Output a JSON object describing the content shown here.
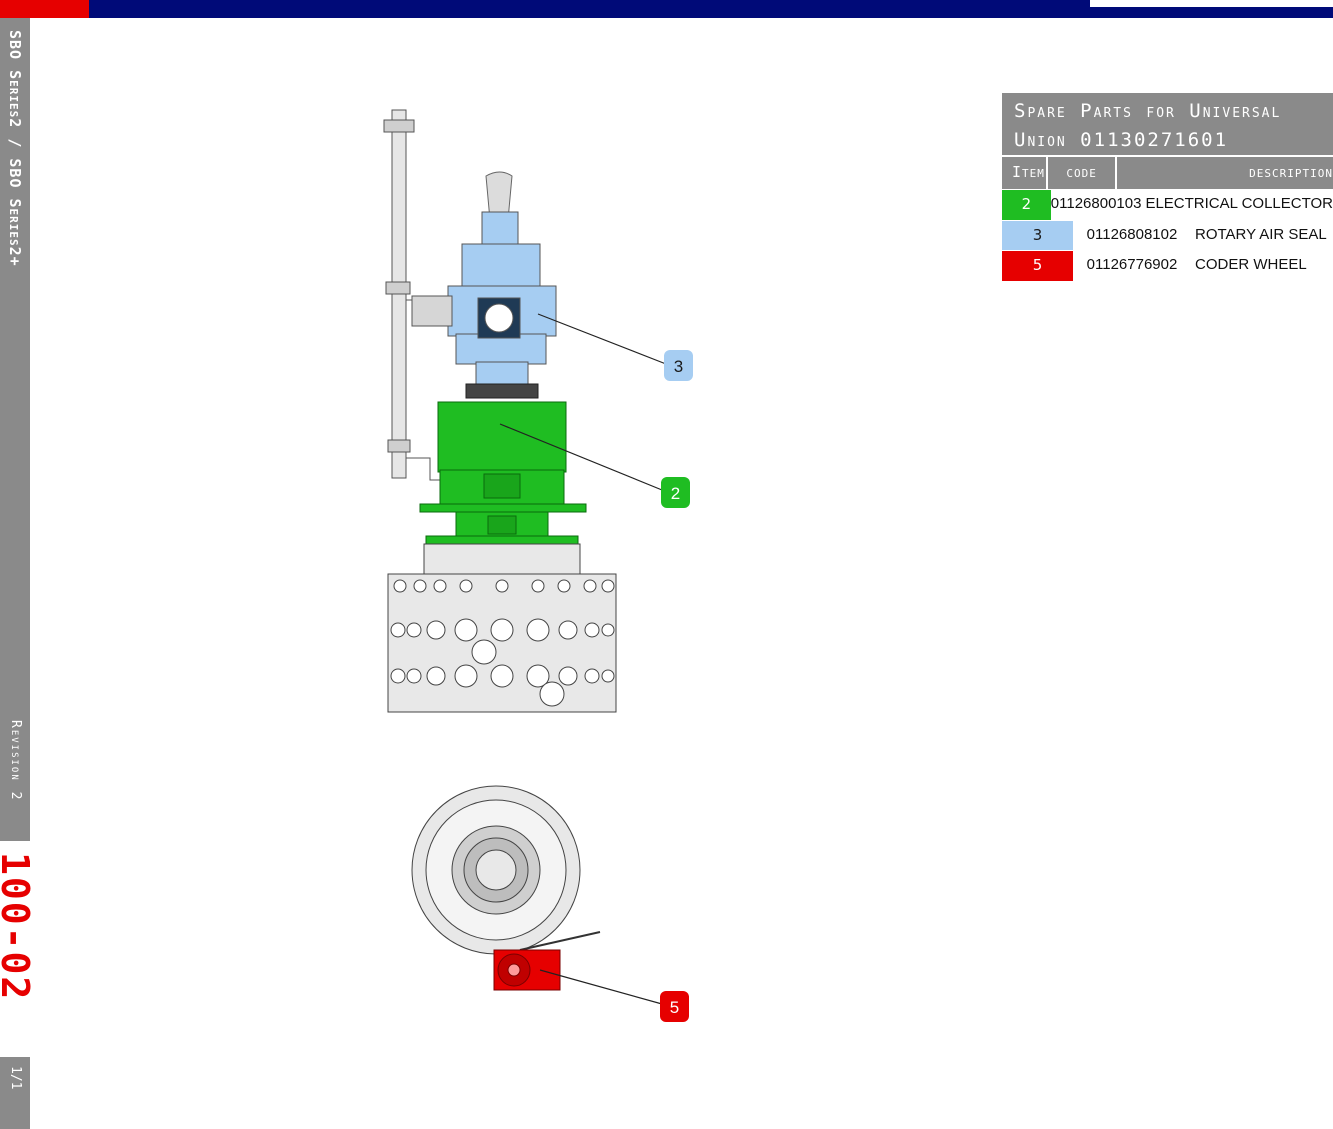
{
  "sidebar": {
    "series_label": "SBO Series2 / SBO Series2+",
    "revision_label": "Revision 2",
    "page_number": "100-02",
    "page_count": "1/1"
  },
  "table": {
    "title_line1": "Spare Parts for Universal",
    "title_line2": "Union 01130271601",
    "headers": {
      "item": "Item",
      "code": "code",
      "description": "description"
    },
    "rows": [
      {
        "item": "2",
        "code": "01126800103",
        "description": "ELECTRICAL COLLECTOR",
        "color": "#1fbd22"
      },
      {
        "item": "3",
        "code": "01126808102",
        "description": "ROTARY AIR SEAL",
        "color": "#a6cdf2"
      },
      {
        "item": "5",
        "code": "01126776902",
        "description": "CODER WHEEL",
        "color": "#e60000"
      }
    ]
  },
  "callouts": [
    {
      "label": "3",
      "color": "#a6cdf2"
    },
    {
      "label": "2",
      "color": "#1fbd22"
    },
    {
      "label": "5",
      "color": "#e60000"
    }
  ],
  "colors": {
    "header_bar": "#000a78",
    "accent_red": "#e60000",
    "sidebar_gray": "#8a8a8a"
  }
}
